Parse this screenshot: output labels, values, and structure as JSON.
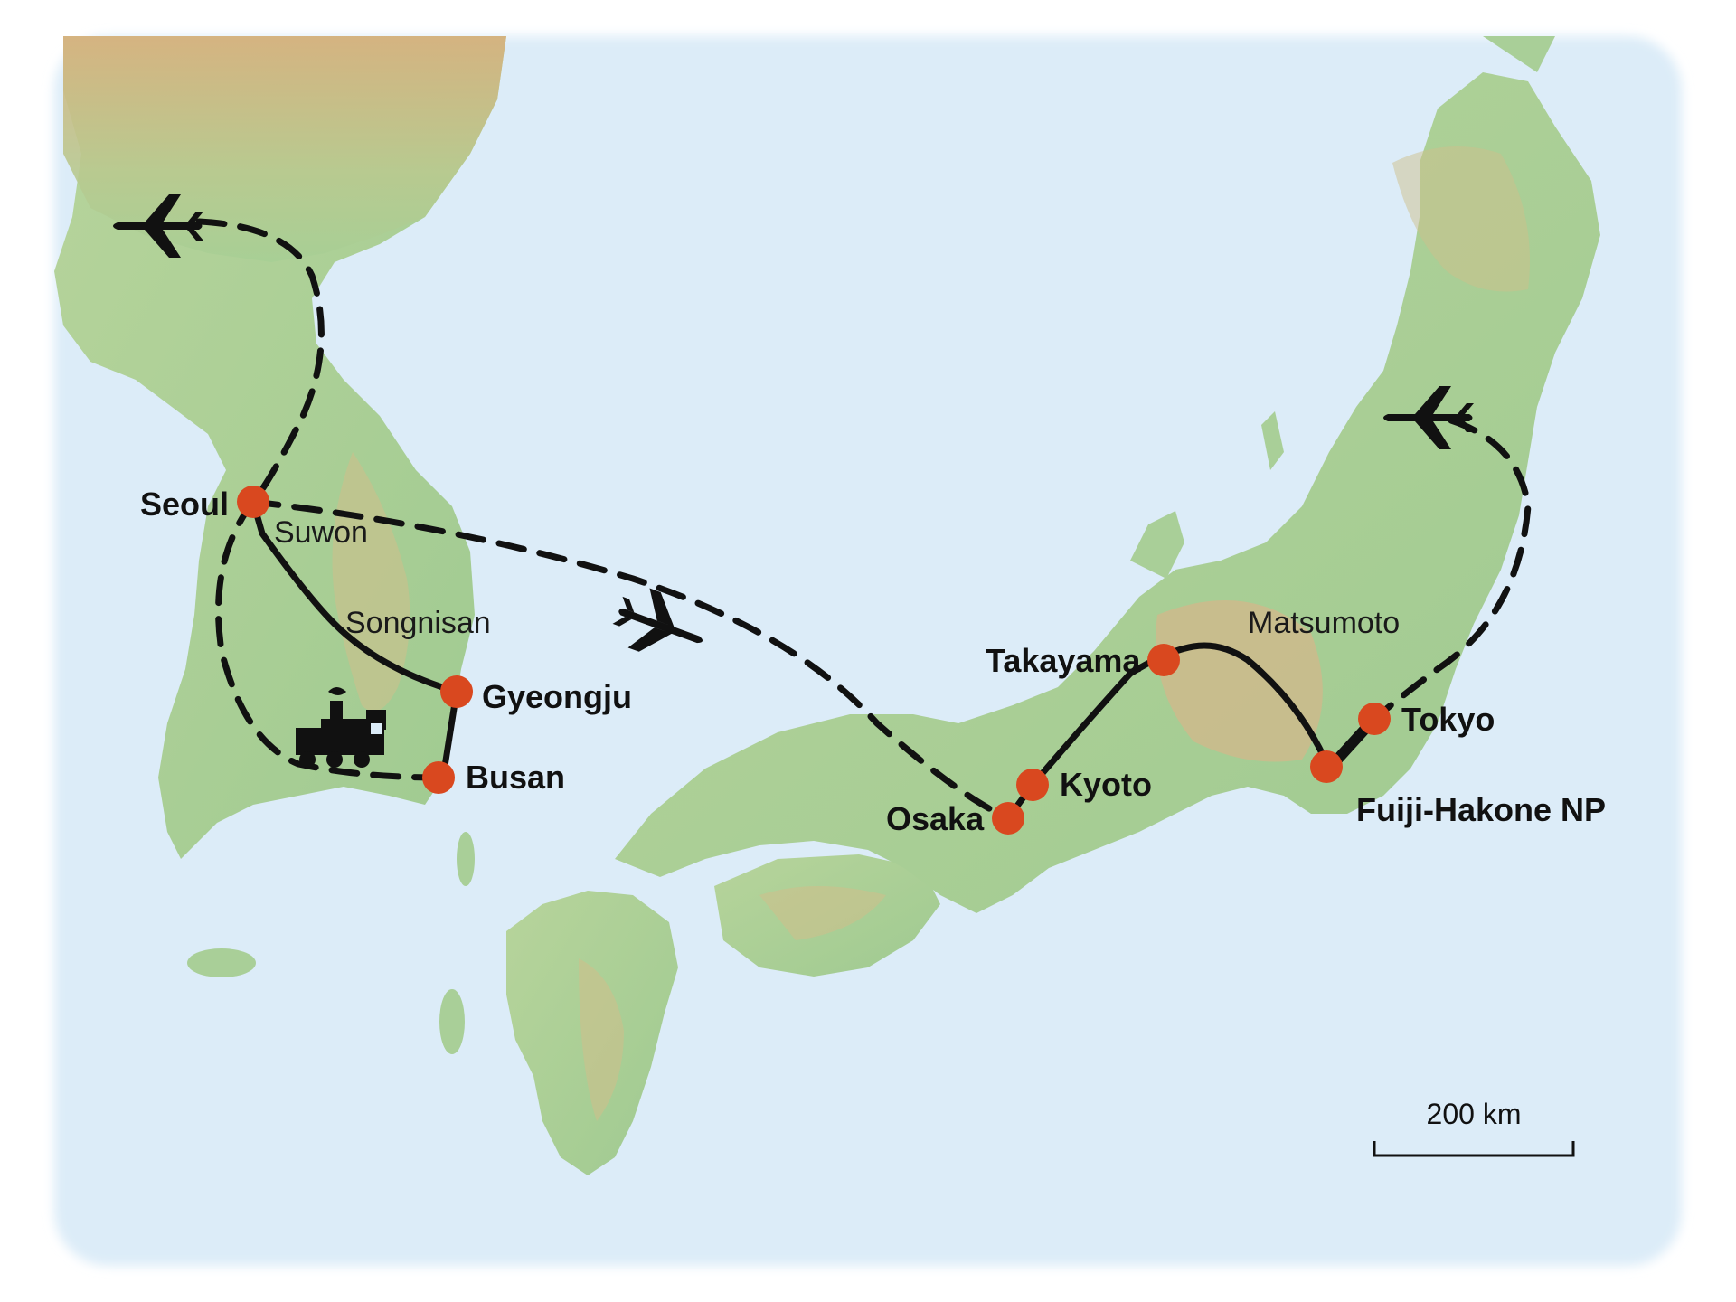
{
  "map": {
    "cities": [
      {
        "id": "seoul",
        "label": "Seoul"
      },
      {
        "id": "gyeongju",
        "label": "Gyeongju"
      },
      {
        "id": "busan",
        "label": "Busan"
      },
      {
        "id": "osaka",
        "label": "Osaka"
      },
      {
        "id": "kyoto",
        "label": "Kyoto"
      },
      {
        "id": "takayama",
        "label": "Takayama"
      },
      {
        "id": "tokyo",
        "label": "Tokyo"
      },
      {
        "id": "fuji",
        "label": "Fuiji-Hakone NP"
      }
    ],
    "places": [
      {
        "id": "suwon",
        "label": "Suwon"
      },
      {
        "id": "songnisan",
        "label": "Songnisan"
      },
      {
        "id": "matsumoto",
        "label": "Matsumoto"
      }
    ],
    "scale_bar": {
      "label": "200 km"
    },
    "colors": {
      "sea": "#dcecf8",
      "land": "#a9cf98",
      "highland": "#d9b98a",
      "route": "#111111",
      "city_marker": "#d9481f"
    },
    "icons": [
      "airplane-icon",
      "airplane-icon",
      "airplane-icon",
      "train-icon"
    ]
  }
}
